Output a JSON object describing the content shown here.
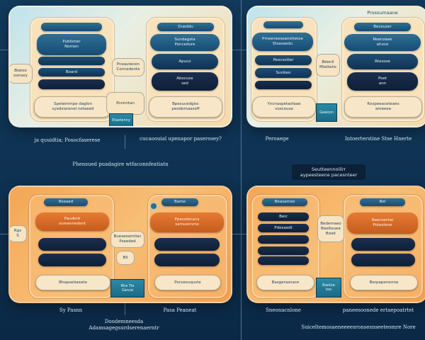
{
  "top_left": {
    "left_head": "",
    "left_sub": "Publisher\nNomen",
    "left_pills": [
      "",
      "",
      "Board"
    ],
    "right_head": "Dueddu",
    "right_sub": "Sundagsta\nPoncedure",
    "right_pills": [
      "Apuco",
      "Abocuse\nsed"
    ],
    "left_bottom": "Spetemmpe daglon\nsyedsiarenel netaeed",
    "right_bottom": "Bpesucedgisc\npeodemaaseff",
    "side_card": "Blatoo\noonsey",
    "mid_card": "Pceautecen\nConcedente",
    "mid_card2": "Ponmitan\n",
    "teal_label": "Etaetenny\n"
  },
  "top_right": {
    "tag": "Prossumaane",
    "left_head": "",
    "left_sub": "Pmseneeseansttetoe\nStsasaedu",
    "left_pills": [
      "Peocestter",
      "Sunbeo"
    ],
    "right_head": "Beceuser",
    "right_sub": "Reenzaee\nahoce",
    "right_pills": [
      "Rtessoe",
      "Poet\nann"
    ],
    "left_bottom": "Yncnaspetasfaae\nvoxcouse",
    "right_bottom": "Rxspeeaceteaes\nameeee",
    "mid_card": "Bdenll\nMlattetis",
    "teal_label": "Gawosn"
  },
  "bottom_left": {
    "left_head": "Bseaed",
    "left_sub": "Paudent\nsumeenedent",
    "right_head": "Bame",
    "right_sub": "Ppesstenans\nsamusonme",
    "left_bottom": "Bhapsetiaeate",
    "right_bottom": "Pocsesuquste",
    "side_card": "Rgs\nS",
    "mid_card": "Bueseeamtiac\nPseeded",
    "mid_card2": "Bil",
    "teal_label": "Bhe Tie\nGanue"
  },
  "bottom_right": {
    "left_head": "Beasamoo",
    "left_pills": [
      "Beic",
      "Pdesaedt"
    ],
    "right_head": "Bel",
    "right_sub": "Baecsentai\nPoteolene",
    "left_bottom": "Basgerasnace",
    "right_bottom": "Berpaperoome",
    "mid_card": "Bedemaeo\nBeelteuee\nBoiet",
    "teal_label": "Baetoe\ntee"
  },
  "captions": {
    "c1": "ja quuidtia; Posocfaserese",
    "c2": "cucaoouial upenapor paserosey?",
    "c3": "Peroaege",
    "c4": "Intoerterstine Stse Hnerte",
    "c5": "Phensued puadagire wtfaconnfeatiatn",
    "c6": "Seutteennoiilrr\naypeesteene pacesnteer",
    "c7": "Sy Pasnn",
    "c8": "Pasa Peaneat",
    "c9": "Sneonacnlone",
    "c10": "paneesoonede ertaepoatrtet",
    "c11": "Doodemneesda\nAdamsagegsurdserenaerntr",
    "c12": "Suiceltemosaeneeeesronsesnseeteomre Nore"
  }
}
